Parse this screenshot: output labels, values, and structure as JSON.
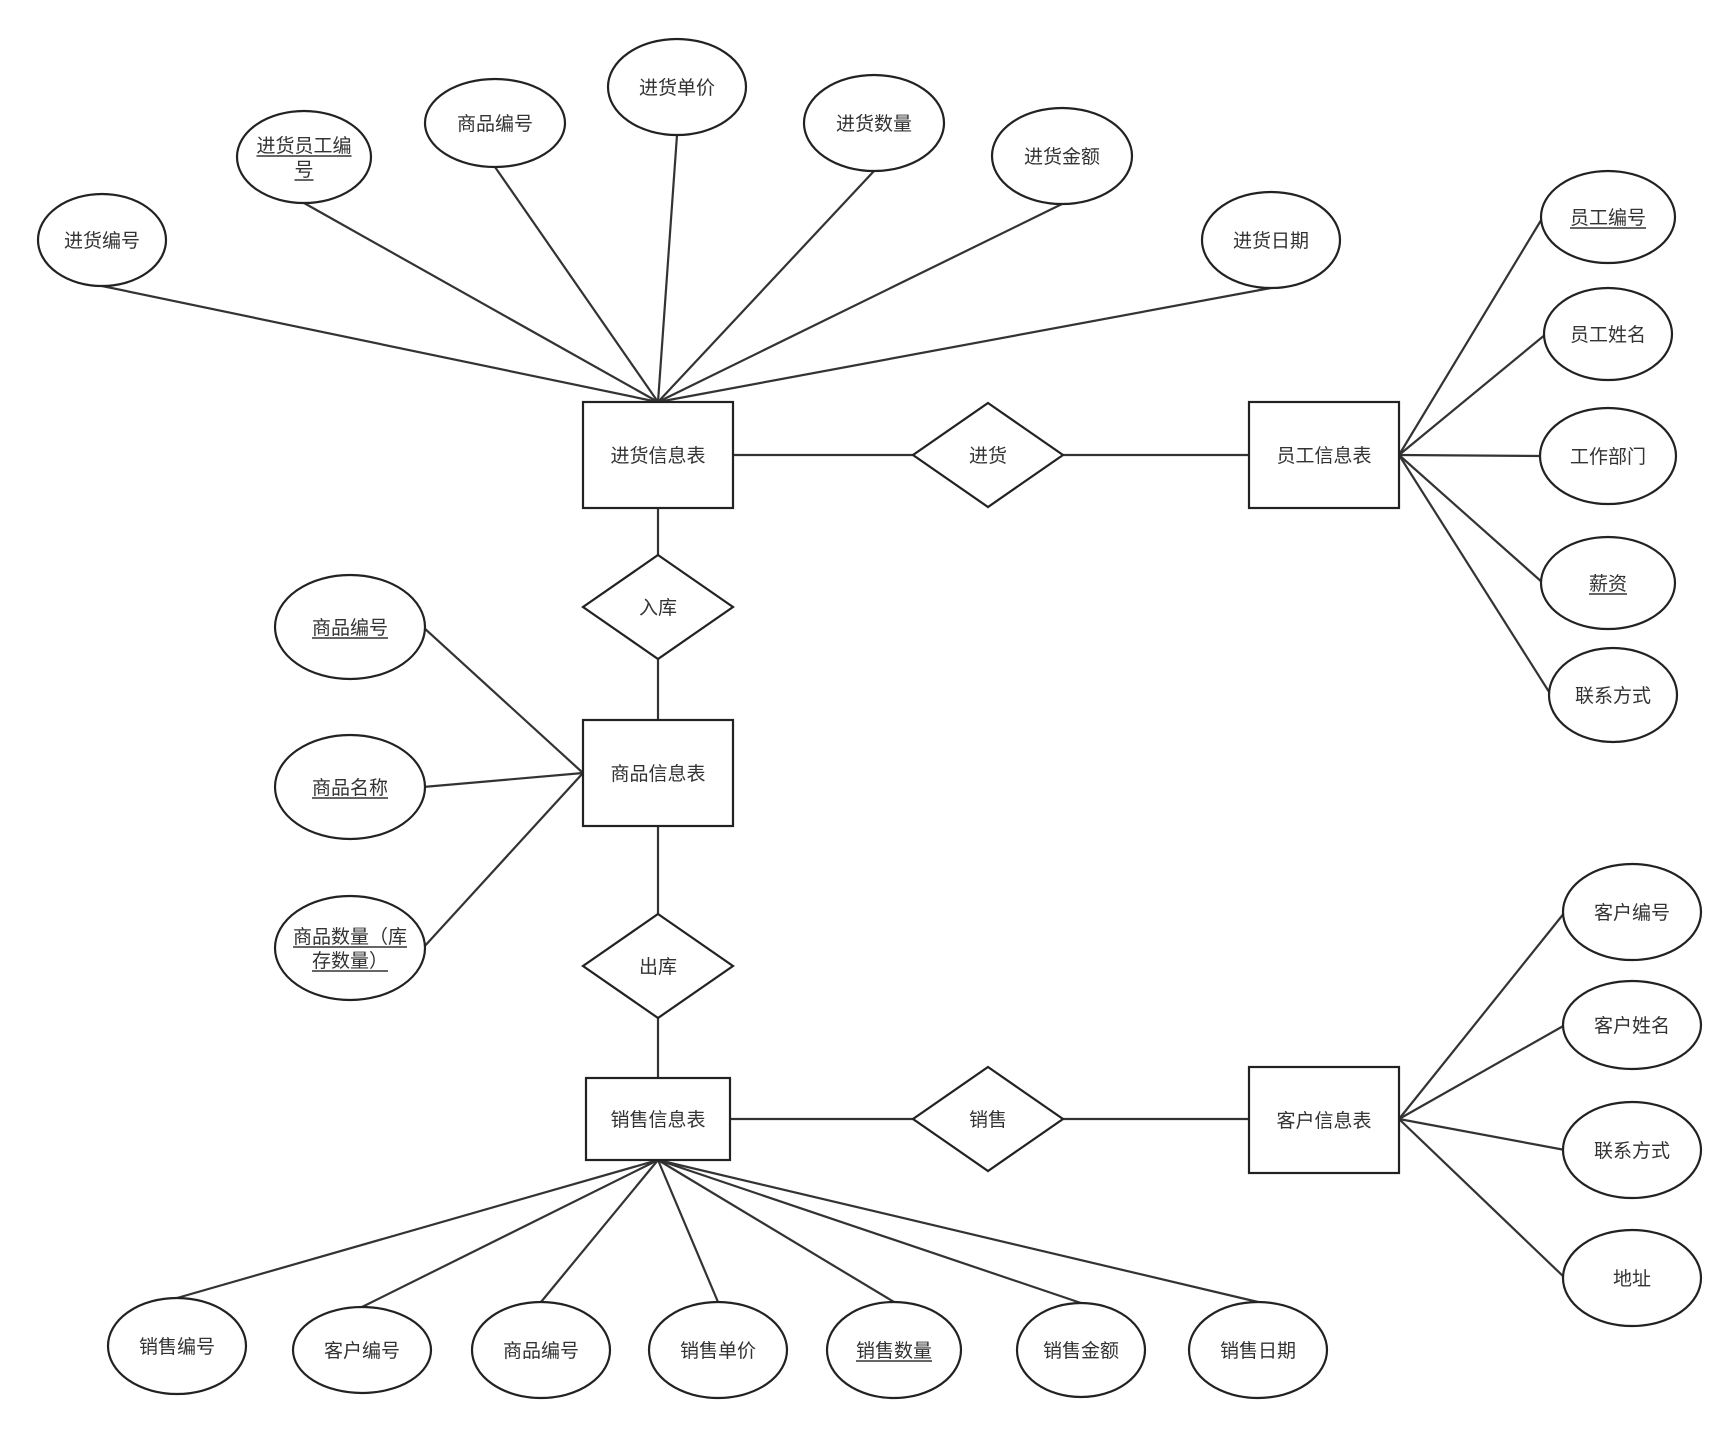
{
  "entities": {
    "purchase": "进货信息表",
    "employee": "员工信息表",
    "product": "商品信息表",
    "sales": "销售信息表",
    "customer": "客户信息表"
  },
  "relationships": {
    "purchase_rel": "进货",
    "stock_in": "入库",
    "stock_out": "出库",
    "sale_rel": "销售"
  },
  "attributes": {
    "purchase": [
      {
        "label": "进货编号",
        "underline": false
      },
      {
        "label": "进货员工编号",
        "underline": true
      },
      {
        "label": "商品编号",
        "underline": false
      },
      {
        "label": "进货单价",
        "underline": false
      },
      {
        "label": "进货数量",
        "underline": false
      },
      {
        "label": "进货金额",
        "underline": false
      },
      {
        "label": "进货日期",
        "underline": false
      }
    ],
    "employee": [
      {
        "label": "员工编号",
        "underline": true
      },
      {
        "label": "员工姓名",
        "underline": false
      },
      {
        "label": "工作部门",
        "underline": false
      },
      {
        "label": "薪资",
        "underline": true
      },
      {
        "label": "联系方式",
        "underline": false
      }
    ],
    "product": [
      {
        "label": "商品编号",
        "underline": true
      },
      {
        "label": "商品名称",
        "underline": true
      },
      {
        "label": "商品数量（库存数量）",
        "underline": true
      }
    ],
    "sales": [
      {
        "label": "销售编号",
        "underline": false
      },
      {
        "label": "客户编号",
        "underline": false
      },
      {
        "label": "商品编号",
        "underline": false
      },
      {
        "label": "销售单价",
        "underline": false
      },
      {
        "label": "销售数量",
        "underline": true
      },
      {
        "label": "销售金额",
        "underline": false
      },
      {
        "label": "销售日期",
        "underline": false
      }
    ],
    "customer": [
      {
        "label": "客户编号",
        "underline": false
      },
      {
        "label": "客户姓名",
        "underline": false
      },
      {
        "label": "联系方式",
        "underline": false
      },
      {
        "label": "地址",
        "underline": false
      }
    ]
  }
}
